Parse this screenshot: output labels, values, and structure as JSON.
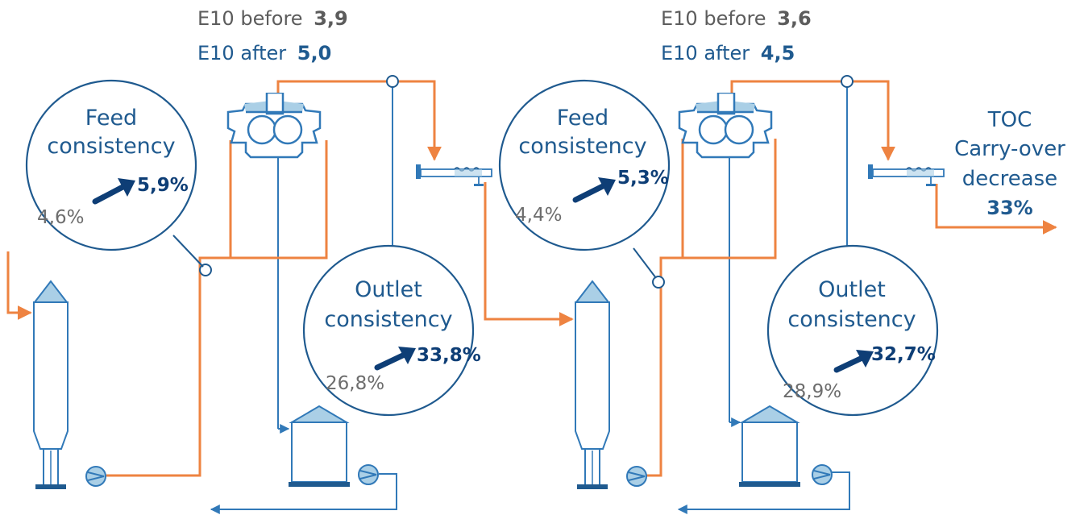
{
  "colors": {
    "process_orange": "#ee8341",
    "equipment_blue": "#3179b8",
    "dark_navy": "#0e3e76",
    "light_blue_fill": "#aacfe6",
    "grey_text": "#5c5c5c"
  },
  "stage1": {
    "e10_before_prefix": "E10 before",
    "e10_before_value": "3,9",
    "e10_after_prefix": "E10 after",
    "e10_after_value": "5,0",
    "feed_label_line1": "Feed",
    "feed_label_line2": "consistency",
    "feed_before": "4,6%",
    "feed_after": "5,9%",
    "outlet_label_line1": "Outlet",
    "outlet_label_line2": "consistency",
    "outlet_before": "26,8%",
    "outlet_after": "33,8%"
  },
  "stage2": {
    "e10_before_prefix": "E10 before",
    "e10_before_value": "3,6",
    "e10_after_prefix": "E10 after",
    "e10_after_value": "4,5",
    "feed_label_line1": "Feed",
    "feed_label_line2": "consistency",
    "feed_before": "4,4%",
    "feed_after": "5,3%",
    "outlet_label_line1": "Outlet",
    "outlet_label_line2": "consistency",
    "outlet_before": "28,9%",
    "outlet_after": "32,7%"
  },
  "toc": {
    "line1": "TOC",
    "line2": "Carry-over",
    "line3": "decrease",
    "value": "33%"
  },
  "icons": [
    "tower-icon",
    "pump-icon",
    "wash-press-icon",
    "screw-conveyor-icon",
    "filtrate-tank-icon",
    "trend-arrow-icon"
  ]
}
